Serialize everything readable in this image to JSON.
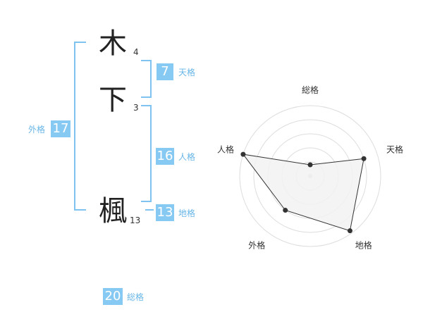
{
  "name": {
    "characters": [
      {
        "char": "木",
        "strokes": "4"
      },
      {
        "char": "下",
        "strokes": "3"
      },
      {
        "char": "楓",
        "strokes": "13"
      }
    ]
  },
  "kaku": {
    "tenkaku": {
      "label": "天格",
      "value": "7"
    },
    "jinkaku": {
      "label": "人格",
      "value": "16"
    },
    "chikaku": {
      "label": "地格",
      "value": "13"
    },
    "gaikaku": {
      "label": "外格",
      "value": "17"
    },
    "soukaku": {
      "label": "総格",
      "value": "20"
    }
  },
  "colors": {
    "accent": "#86c9f2",
    "bracket": "#7fc4ef",
    "label": "#69b6e6",
    "radar_fill": "#f2f2f2",
    "radar_stroke": "#333333",
    "grid": "#dddddd"
  },
  "chart_data": {
    "type": "radar",
    "axes": [
      "総格",
      "天格",
      "地格",
      "外格",
      "人格"
    ],
    "values": [
      0.16,
      0.8,
      0.96,
      0.6,
      1.0
    ],
    "range": [
      0,
      1
    ],
    "rings": 5
  }
}
